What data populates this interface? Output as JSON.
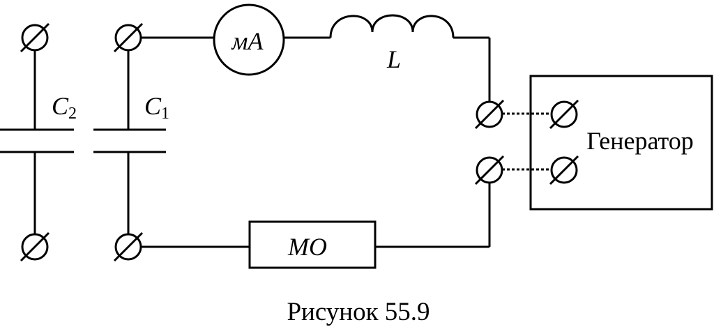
{
  "diagram": {
    "capacitor_c2": {
      "letter": "C",
      "subscript": "2"
    },
    "capacitor_c1": {
      "letter": "C",
      "subscript": "1"
    },
    "ammeter_label": "мА",
    "inductor_label": "L",
    "oscilloscope_label": "МО",
    "generator_label": "Генератор",
    "caption": "Рисунок 55.9"
  }
}
